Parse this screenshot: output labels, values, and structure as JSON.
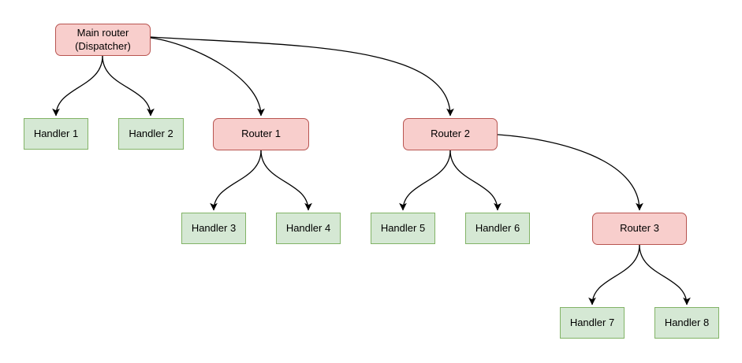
{
  "diagram": {
    "type": "flowchart",
    "background": "#ffffff",
    "colors": {
      "router_fill": "#f8cecc",
      "router_border": "#b85450",
      "handler_fill": "#d5e8d4",
      "handler_border": "#82b366",
      "edge": "#000000",
      "text": "#000000"
    },
    "nodes": {
      "main_router": {
        "label": "Main router\n(Dispatcher)",
        "kind": "router"
      },
      "router_1": {
        "label": "Router 1",
        "kind": "router"
      },
      "router_2": {
        "label": "Router 2",
        "kind": "router"
      },
      "router_3": {
        "label": "Router 3",
        "kind": "router"
      },
      "handler_1": {
        "label": "Handler 1",
        "kind": "handler"
      },
      "handler_2": {
        "label": "Handler 2",
        "kind": "handler"
      },
      "handler_3": {
        "label": "Handler 3",
        "kind": "handler"
      },
      "handler_4": {
        "label": "Handler 4",
        "kind": "handler"
      },
      "handler_5": {
        "label": "Handler 5",
        "kind": "handler"
      },
      "handler_6": {
        "label": "Handler 6",
        "kind": "handler"
      },
      "handler_7": {
        "label": "Handler 7",
        "kind": "handler"
      },
      "handler_8": {
        "label": "Handler 8",
        "kind": "handler"
      }
    },
    "edges": [
      {
        "from": "main_router",
        "to": "handler_1"
      },
      {
        "from": "main_router",
        "to": "handler_2"
      },
      {
        "from": "main_router",
        "to": "router_1"
      },
      {
        "from": "main_router",
        "to": "router_2"
      },
      {
        "from": "router_1",
        "to": "handler_3"
      },
      {
        "from": "router_1",
        "to": "handler_4"
      },
      {
        "from": "router_2",
        "to": "handler_5"
      },
      {
        "from": "router_2",
        "to": "handler_6"
      },
      {
        "from": "router_2",
        "to": "router_3"
      },
      {
        "from": "router_3",
        "to": "handler_7"
      },
      {
        "from": "router_3",
        "to": "handler_8"
      }
    ]
  }
}
